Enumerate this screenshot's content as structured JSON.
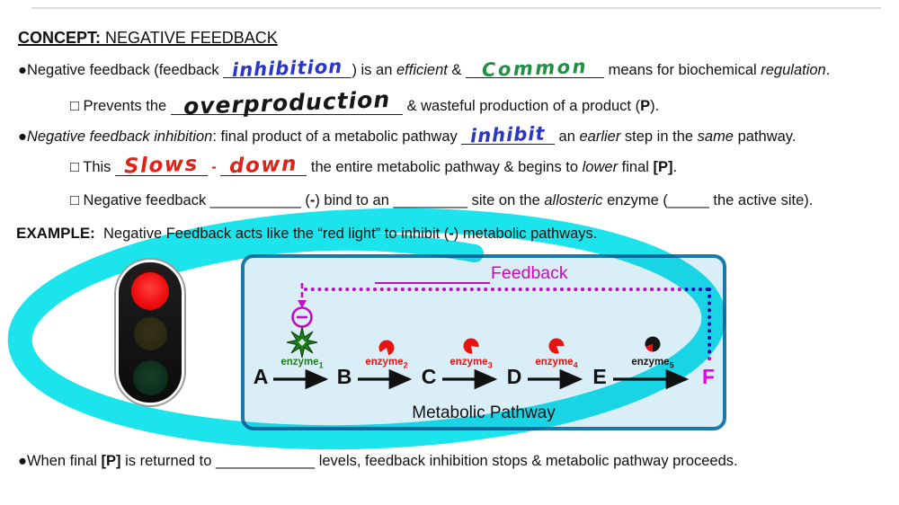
{
  "heading": {
    "concept_label": "CONCEPT:",
    "topic": " NEGATIVE FEEDBACK"
  },
  "line_feedback": {
    "pre": "●Negative feedback (feedback ",
    "hand_inhibition": "inhibition",
    "after_blank": ") is an ",
    "efficient": "efficient",
    "amp": " & ",
    "hand_common": "Common",
    "mid": " means for biochemical ",
    "regulation": "regulation",
    "end": "."
  },
  "line_prevents": {
    "pre": "□ Prevents the ",
    "hand_overproduction": "overproduction",
    "mid": " & wasteful production of a product (",
    "p": "P",
    "end": ")."
  },
  "line_nfi": {
    "bullet": "●",
    "term": "Negative feedback inhibition",
    "mid": ": final product of a metabolic pathway ",
    "hand_inhibit": "inhibit",
    "an": " an ",
    "earlier": "earlier",
    "step": " step in the ",
    "same": "same",
    "end": " pathway."
  },
  "line_slows": {
    "pre": "□ This ",
    "hand_slows": "Slows",
    "dash": " - ",
    "hand_down": "down",
    "mid": " the entire metabolic pathway & begins to ",
    "lower": "lower",
    "final": " final ",
    "p_bracket": "[P]",
    "end": "."
  },
  "line_allosteric": {
    "pre": "□ Negative feedback ___________ (",
    "minus": "-",
    "mid": ") bind to an _________ site on the ",
    "allosteric": "allosteric",
    "end": " enzyme (_____ the active site)."
  },
  "line_example": {
    "label": "EXAMPLE:",
    "text": "  Negative Feedback acts like the “red light” to inhibit (",
    "minus": "-",
    "end": ") metabolic pathways."
  },
  "line_when": {
    "pre": "●When final ",
    "p_bracket": "[P]",
    "end": " is returned to ____________ levels, feedback inhibition stops & metabolic pathway proceeds."
  },
  "diagram": {
    "feedback_label": "Feedback",
    "metabolic_label": "Metabolic Pathway",
    "minus_symbol": "−",
    "nodes": [
      "A",
      "B",
      "C",
      "D",
      "E",
      "F"
    ],
    "enzyme_word": "enzyme",
    "enzyme_subs": [
      "1",
      "2",
      "3",
      "4",
      "5"
    ],
    "colors": {
      "highlighter_cyan": "#1ce4ec",
      "feedback_magenta": "#e60cc8",
      "box_border_blue": "#1879ab",
      "box_fill_blue": "#daeef7",
      "red_light": "#ef0f0f",
      "enzyme_green": "#1e7d1e",
      "enzyme_red": "#e81313",
      "node_f_magenta": "#ee00ee"
    }
  }
}
